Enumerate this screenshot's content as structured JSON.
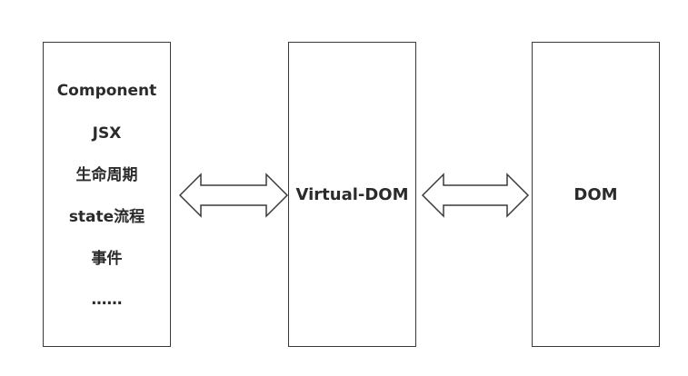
{
  "left_box": {
    "items": [
      "Component",
      "JSX",
      "生命周期",
      "state流程",
      "事件",
      "……"
    ]
  },
  "middle_box": {
    "label": "Virtual-DOM"
  },
  "right_box": {
    "label": "DOM"
  },
  "connectors": [
    {
      "type": "double-arrow",
      "from": "left_box",
      "to": "middle_box"
    },
    {
      "type": "double-arrow",
      "from": "middle_box",
      "to": "right_box"
    }
  ],
  "colors": {
    "stroke": "#3a3a3a",
    "text": "#2b2b2b",
    "background": "#ffffff"
  }
}
